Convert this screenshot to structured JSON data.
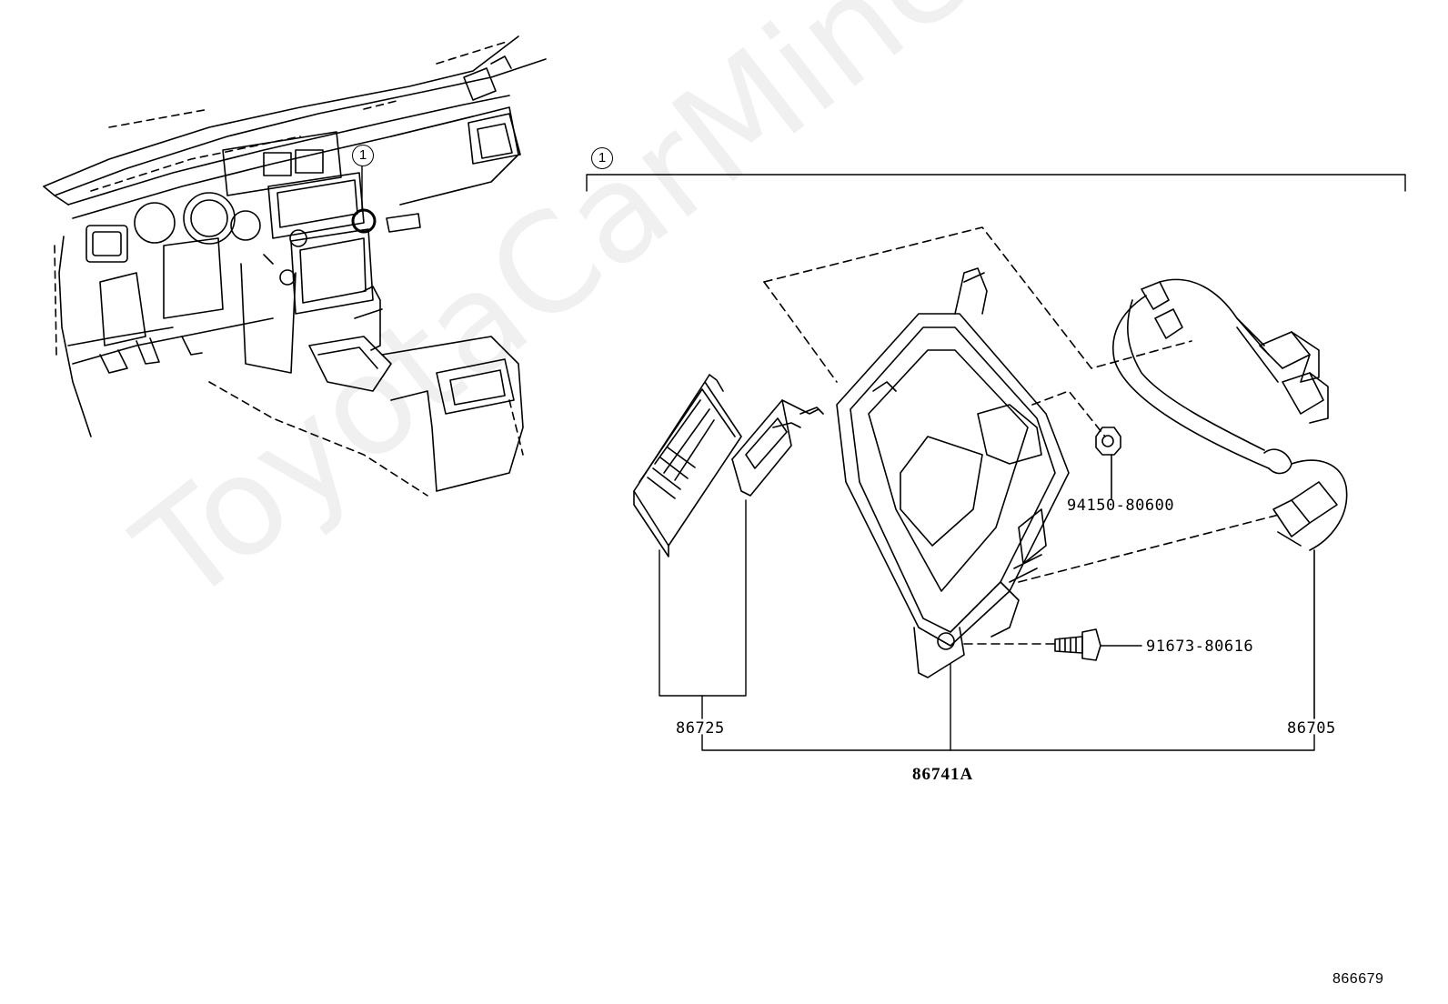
{
  "diagram": {
    "callout_ref": "1",
    "watermark": "ToyotaCarMine.ru",
    "figure_number": "866679",
    "parts": {
      "p86725": "86725",
      "p86741A": "86741A",
      "p86705": "86705",
      "p94150": "94150-80600",
      "p91673": "91673-80616"
    }
  }
}
